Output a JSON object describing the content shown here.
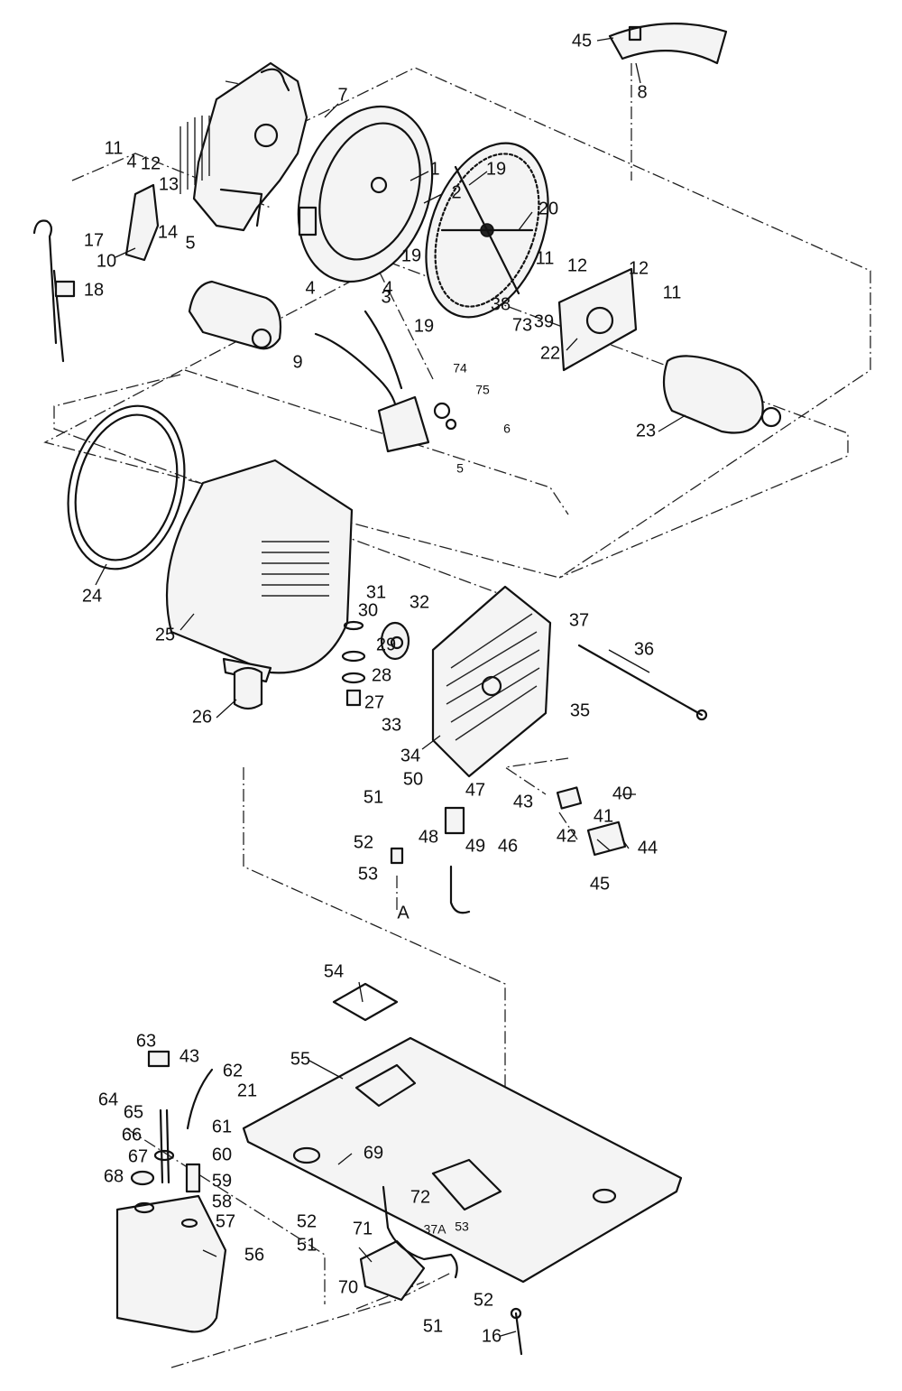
{
  "callouts": {
    "c1": "1",
    "c2": "2",
    "c3": "3",
    "c4a": "4",
    "c4b": "4",
    "c4c": "4",
    "c5a": "5",
    "c5b": "5",
    "c6": "6",
    "c7": "7",
    "c8": "8",
    "c9": "9",
    "c10": "10",
    "c11a": "11",
    "c11b": "11",
    "c11c": "11",
    "c12a": "12",
    "c12b": "12",
    "c12c": "12",
    "c13": "13",
    "c14": "14",
    "c16": "16",
    "c17": "17",
    "c18": "18",
    "c19a": "19",
    "c19b": "19",
    "c19c": "19",
    "c20": "20",
    "c21": "21",
    "c22": "22",
    "c23": "23",
    "c24": "24",
    "c25": "25",
    "c26": "26",
    "c27": "27",
    "c28": "28",
    "c29": "29",
    "c30": "30",
    "c31": "31",
    "c32": "32",
    "c33": "33",
    "c34": "34",
    "c35": "35",
    "c36": "36",
    "c37": "37",
    "c37a": "37A",
    "c38": "38",
    "c39": "39",
    "c40": "40",
    "c41": "41",
    "c42": "42",
    "c43a": "43",
    "c43b": "43",
    "c44": "44",
    "c45a": "45",
    "c45b": "45",
    "c46": "46",
    "c47": "47",
    "c48": "48",
    "c49": "49",
    "c50": "50",
    "c51a": "51",
    "c51b": "51",
    "c51c": "51",
    "c52a": "52",
    "c52b": "52",
    "c52c": "52",
    "c53a": "53",
    "c53b": "53",
    "c54": "54",
    "c55": "55",
    "c56": "56",
    "c57": "57",
    "c58": "58",
    "c59": "59",
    "c60": "60",
    "c61": "61",
    "c62": "62",
    "c63": "63",
    "c64": "64",
    "c65": "65",
    "c66": "66",
    "c67": "67",
    "c68": "68",
    "c69": "69",
    "c70": "70",
    "c71": "71",
    "c72": "72",
    "c73": "73",
    "c74": "74",
    "c75": "75",
    "cA": "A"
  }
}
